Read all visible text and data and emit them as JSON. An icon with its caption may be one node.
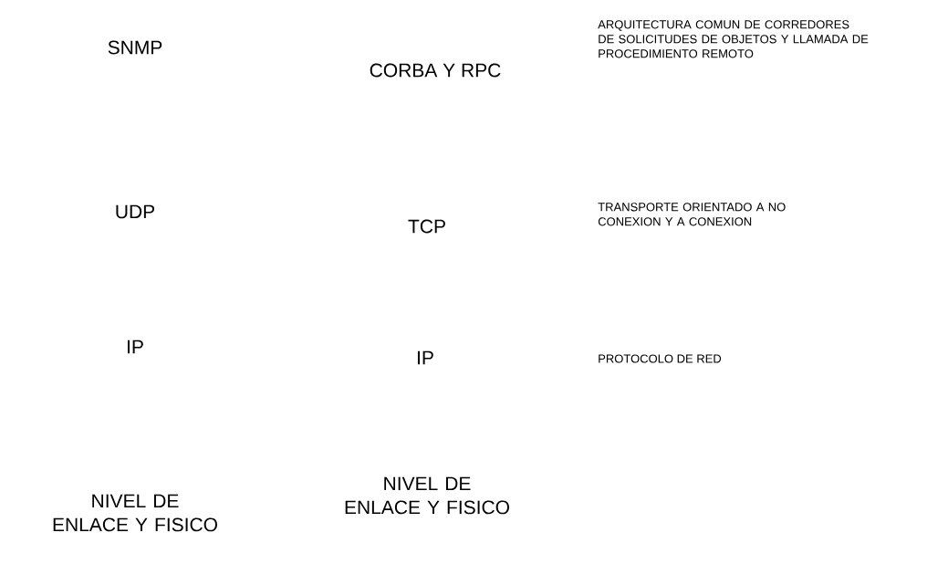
{
  "diagram": {
    "labels": [
      "SNMP",
      "CORBA Y RPC",
      "ARQUITECTURA COMUN DE CORREDORES DE SOLICITUDES DE OBJETOS Y LLAMADA DE PROCEDIMIENTO REMOTO",
      "UDP",
      "TCP",
      "TRANSPORTE ORIENTADO A NO CONEXION Y A CONEXION",
      "IP",
      "IP",
      "PROTOCOLO DE RED",
      "NIVEL DE ENLACE Y FISICO",
      "NIVEL DE ENLACE Y FISICO"
    ]
  }
}
